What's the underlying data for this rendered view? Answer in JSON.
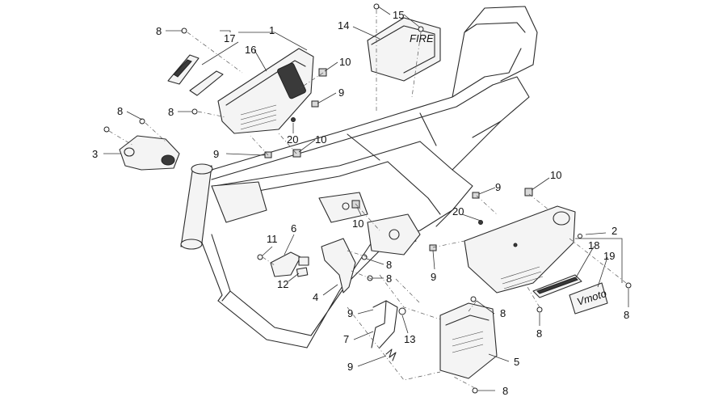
{
  "callouts": [
    {
      "id": "c1",
      "label": "1"
    },
    {
      "id": "c2",
      "label": "2"
    },
    {
      "id": "c3",
      "label": "3"
    },
    {
      "id": "c4",
      "label": "4"
    },
    {
      "id": "c5",
      "label": "5"
    },
    {
      "id": "c6",
      "label": "6"
    },
    {
      "id": "c7",
      "label": "7"
    },
    {
      "id": "c8a",
      "label": "8"
    },
    {
      "id": "c8b",
      "label": "8"
    },
    {
      "id": "c8c",
      "label": "8"
    },
    {
      "id": "c8d",
      "label": "8"
    },
    {
      "id": "c8e",
      "label": "8"
    },
    {
      "id": "c8f",
      "label": "8"
    },
    {
      "id": "c8g",
      "label": "8"
    },
    {
      "id": "c8h",
      "label": "8"
    },
    {
      "id": "c9a",
      "label": "9"
    },
    {
      "id": "c9b",
      "label": "9"
    },
    {
      "id": "c9c",
      "label": "9"
    },
    {
      "id": "c9d",
      "label": "9"
    },
    {
      "id": "c9e",
      "label": "9"
    },
    {
      "id": "c9f",
      "label": "9"
    },
    {
      "id": "c10a",
      "label": "10"
    },
    {
      "id": "c10b",
      "label": "10"
    },
    {
      "id": "c10c",
      "label": "10"
    },
    {
      "id": "c10d",
      "label": "10"
    },
    {
      "id": "c11",
      "label": "11"
    },
    {
      "id": "c12",
      "label": "12"
    },
    {
      "id": "c13",
      "label": "13"
    },
    {
      "id": "c14",
      "label": "14"
    },
    {
      "id": "c15",
      "label": "15"
    },
    {
      "id": "c16",
      "label": "16"
    },
    {
      "id": "c17",
      "label": "17"
    },
    {
      "id": "c18",
      "label": "18"
    },
    {
      "id": "c19",
      "label": "19"
    },
    {
      "id": "c20a",
      "label": "20"
    },
    {
      "id": "c20b",
      "label": "20"
    }
  ],
  "decals": {
    "tray_logo": "FIRE",
    "side_cover_logo": "Vmoto"
  }
}
